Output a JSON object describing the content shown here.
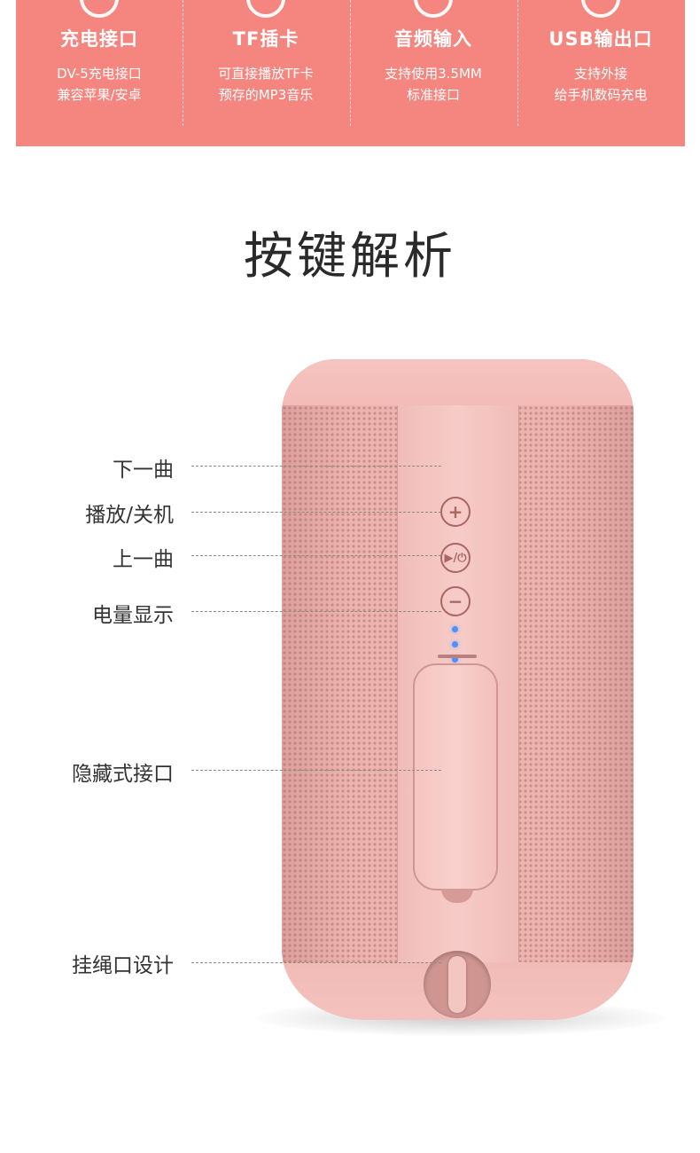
{
  "features": [
    {
      "title": "充电接口",
      "line1": "DV-5充电接口",
      "line2": "兼容苹果/安卓"
    },
    {
      "title": "TF插卡",
      "line1": "可直接播放TF卡",
      "line2": "预存的MP3音乐"
    },
    {
      "title": "音频输入",
      "line1": "支持使用3.5MM",
      "line2": "标准接口"
    },
    {
      "title": "USB输出口",
      "line1": "支持外接",
      "line2": "给手机数码充电"
    }
  ],
  "section_title": "按键解析",
  "callouts": {
    "next_track": "下一曲",
    "play_power": "播放/关机",
    "prev_track": "上一曲",
    "battery_display": "电量显示",
    "hidden_port": "隐藏式接口",
    "lanyard": "挂绳口设计"
  },
  "buttons": {
    "plus_symbol": "+",
    "play_symbol": "▶/⏻",
    "minus_symbol": "−"
  },
  "colors": {
    "banner": "#f4857f",
    "speaker_pink": "#f3c3bf",
    "led_blue": "#4f8fff"
  }
}
